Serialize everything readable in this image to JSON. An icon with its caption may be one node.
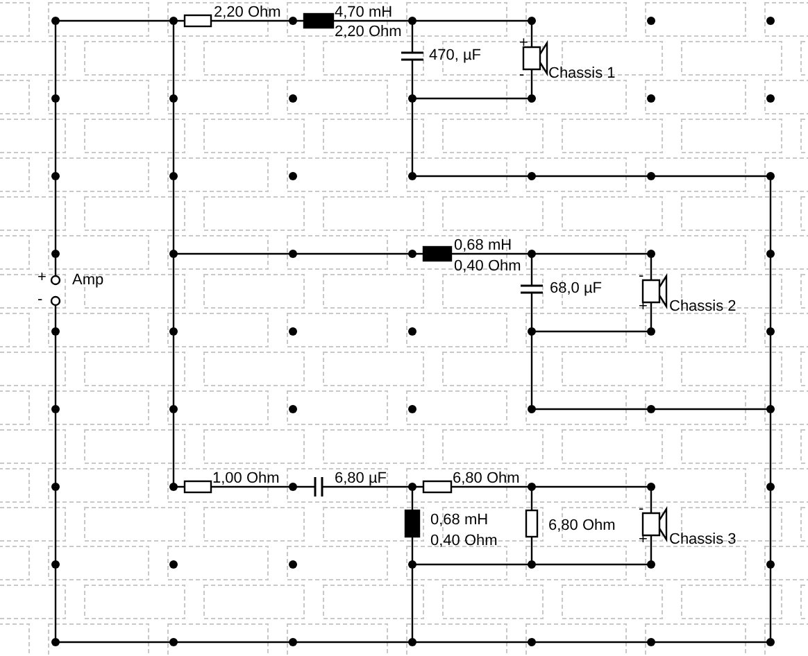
{
  "diagram": {
    "labels": [
      "2,20 Ohm",
      "4,70 mH",
      "2,20 Ohm",
      "470, µF",
      "+",
      "-",
      "Chassis 1",
      "+",
      "-",
      "Amp",
      "0,68 mH",
      "0,40 Ohm",
      "68,0 µF",
      "-",
      "+",
      "Chassis 2",
      "1,00 Ohm",
      "6,80 µF",
      "6,80 Ohm",
      "0,68 mH",
      "0,40 Ohm",
      "6,80 Ohm",
      "-",
      "+",
      "Chassis 3"
    ]
  }
}
